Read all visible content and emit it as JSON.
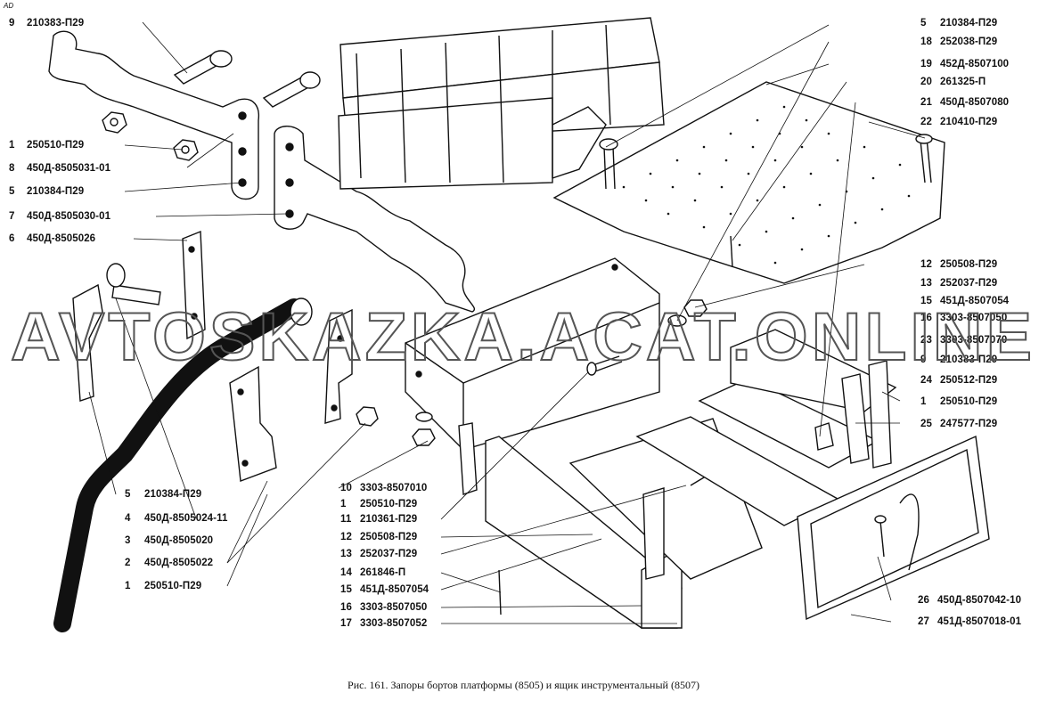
{
  "corner_mark": "AD",
  "caption": "Рис. 161. Запоры бортов платформы (8505) и ящик инструментальный (8507)",
  "watermark": "AVTOSKAZKA.ACAT.ONLINE",
  "left_labels": [
    {
      "num": "9",
      "code": "210383-П29"
    },
    {
      "num": "1",
      "code": "250510-П29"
    },
    {
      "num": "8",
      "code": "450Д-8505031-01"
    },
    {
      "num": "5",
      "code": "210384-П29"
    },
    {
      "num": "7",
      "code": "450Д-8505030-01"
    },
    {
      "num": "6",
      "code": "450Д-8505026"
    }
  ],
  "bottom_left_labels": [
    {
      "num": "5",
      "code": "210384-П29"
    },
    {
      "num": "4",
      "code": "450Д-8505024-11"
    },
    {
      "num": "3",
      "code": "450Д-8505020"
    },
    {
      "num": "2",
      "code": "450Д-8505022"
    },
    {
      "num": "1",
      "code": "250510-П29"
    }
  ],
  "center_labels": [
    {
      "num": "10",
      "code": "3303-8507010"
    },
    {
      "num": "1",
      "code": "250510-П29"
    },
    {
      "num": "11",
      "code": "210361-П29"
    },
    {
      "num": "12",
      "code": "250508-П29"
    },
    {
      "num": "13",
      "code": "252037-П29"
    },
    {
      "num": "14",
      "code": "261846-П"
    },
    {
      "num": "15",
      "code": "451Д-8507054"
    },
    {
      "num": "16",
      "code": "3303-8507050"
    },
    {
      "num": "17",
      "code": "3303-8507052"
    }
  ],
  "right_top_labels": [
    {
      "num": "5",
      "code": "210384-П29"
    },
    {
      "num": "18",
      "code": "252038-П29"
    },
    {
      "num": "19",
      "code": "452Д-8507100"
    },
    {
      "num": "20",
      "code": "261325-П"
    },
    {
      "num": "21",
      "code": "450Д-8507080"
    },
    {
      "num": "22",
      "code": "210410-П29"
    }
  ],
  "right_mid_labels": [
    {
      "num": "12",
      "code": "250508-П29"
    },
    {
      "num": "13",
      "code": "252037-П29"
    },
    {
      "num": "15",
      "code": "451Д-8507054"
    },
    {
      "num": "16",
      "code": "3303-8507050"
    },
    {
      "num": "23",
      "code": "3303-8507070"
    },
    {
      "num": "9",
      "code": "210383-П29"
    },
    {
      "num": "24",
      "code": "250512-П29"
    },
    {
      "num": "1",
      "code": "250510-П29"
    },
    {
      "num": "25",
      "code": "247577-П29"
    }
  ],
  "right_bottom_labels": [
    {
      "num": "26",
      "code": "450Д-8507042-10"
    },
    {
      "num": "27",
      "code": "451Д-8507018-01"
    }
  ]
}
